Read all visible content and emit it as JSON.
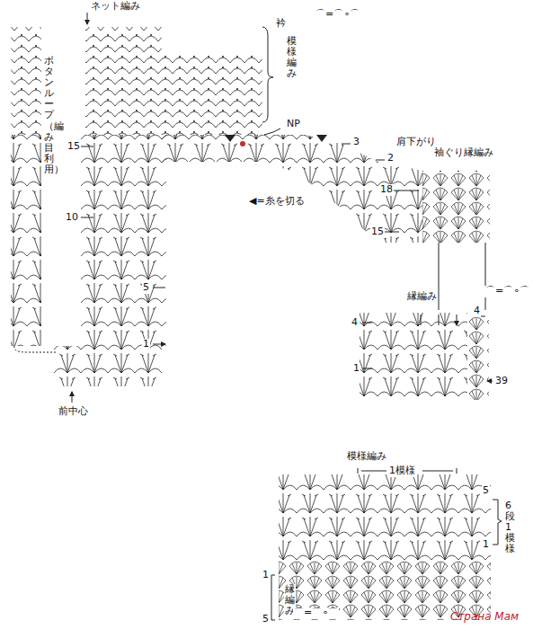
{
  "diagram": {
    "labels": [
      "ネット編み",
      "衿",
      "模様編み",
      "⌒=⌒∘⌒",
      "ボタンループ（編み目利用）",
      "NP",
      "3",
      "2",
      "肩下がり",
      "袖ぐり縁編み",
      "18",
      "15",
      "◀=糸を切る",
      "15",
      "10",
      "5",
      "1",
      "前中心",
      "縁編み",
      "⌒=⌒∘⌒",
      "4",
      "4",
      "1",
      "39",
      "模様編み",
      "1模様",
      "5",
      "6段1模様",
      "1",
      "縁編み",
      "1",
      "5",
      "⌒=⌒∘⌒",
      "Страна Мам"
    ]
  }
}
